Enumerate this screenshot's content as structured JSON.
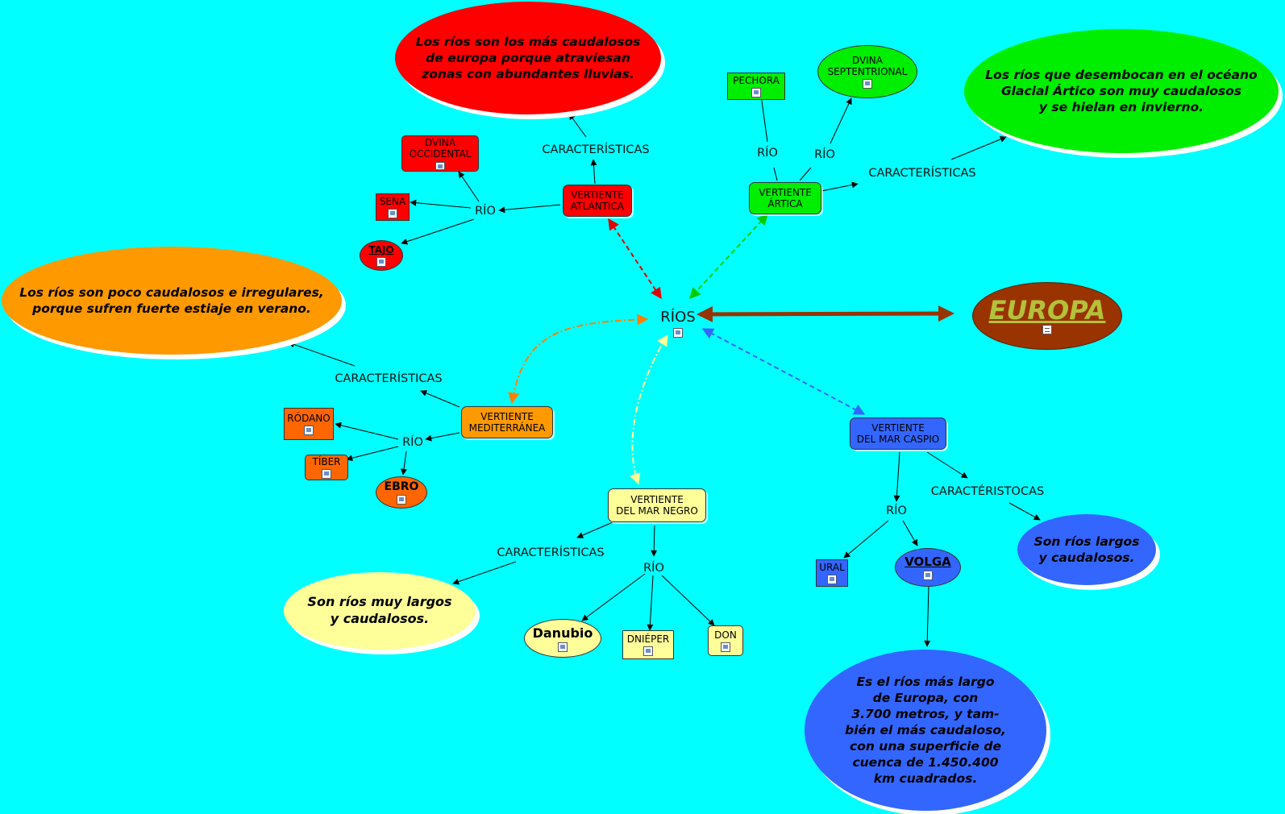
{
  "center": {
    "label": "RÍOS",
    "icon": "image-icon"
  },
  "europa": {
    "label": "EUROPA",
    "icon": "document-icon",
    "color": "#993300",
    "text_color": "#B3C23A"
  },
  "atlantica": {
    "label": "VERTIENTE\nATLÁNTICA",
    "color": "#FF0000",
    "caracteristicas": "CARACTERÍSTICAS",
    "description": "Los ríos son los más caudalosos\nde europa porque atraviesan\nzonas con abundantes lluvias.",
    "rio": "RÍO",
    "rivers": [
      "DVINA\nOCCIDENTAL",
      "SENA",
      "TAJO"
    ]
  },
  "artica": {
    "label": "VERTIENTE\nÁRTICA",
    "color": "#00EE00",
    "caracteristicas": "CARACTERÍSTICAS",
    "description": "Los ríos que desembocan en el océano\nGlacial Ártico son muy caudalosos\ny se hielan en invierno.",
    "rio1": "RÍO",
    "rio2": "RÍO",
    "rivers": [
      "PECHORA",
      "DVINA\nSEPTENTRIONAL"
    ]
  },
  "mediterranea": {
    "label": "VERTIENTE\nMEDITERRÁNEA",
    "color": "#FF9900",
    "caracteristicas": "CARACTERÍSTICAS",
    "description": "Los ríos son poco caudalosos e irregulares,\nporque sufren fuerte estiaje en verano.",
    "rio": "RÍO",
    "rivers": [
      "RÓDANO",
      "TÍBER",
      "EBRO"
    ]
  },
  "negro": {
    "label": "VERTIENTE\nDEL MAR NEGRO",
    "color": "#FFFF99",
    "caracteristicas": "CARACTERÍSTICAS",
    "description": "Son ríos muy largos\ny caudalosos.",
    "rio": "RÍO",
    "rivers": [
      "Danubio",
      "DNIÉPER",
      "DON"
    ]
  },
  "caspio": {
    "label": "VERTIENTE\nDEL MAR CASPIO",
    "color": "#3366FF",
    "caracteristicas": "CARACTÉRISTOCAS",
    "description": "Son ríos largos\ny caudalosos.",
    "rio": "RÍO",
    "rivers": [
      "URAL",
      "VOLGA"
    ],
    "volga_description": "Es el ríos más largo\nde Europa, con\n3.700 metros, y tam-\nbién el más caudaloso,\ncon una superficie de\ncuenca de 1.450.400\nkm cuadrados."
  },
  "colors": {
    "background": "#00FFFF",
    "link": "#000000"
  }
}
